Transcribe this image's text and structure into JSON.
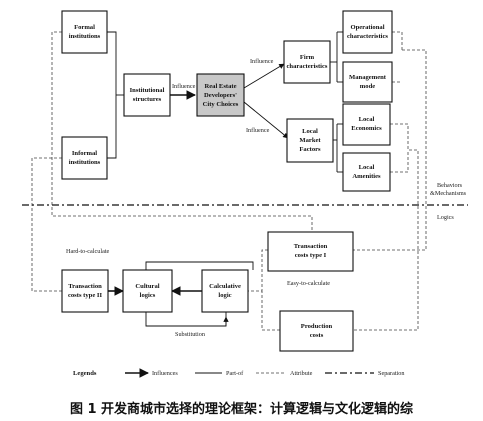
{
  "boxes": {
    "formal": [
      "Formal",
      "institutions"
    ],
    "informal": [
      "Informal",
      "institutions"
    ],
    "institutional": [
      "Institutional",
      "structures"
    ],
    "real_estate": [
      "Real Estate",
      "Developers'",
      "City Choices"
    ],
    "firm": [
      "Firm",
      "characteristics"
    ],
    "local_market": [
      "Local",
      "Market",
      "Factors"
    ],
    "operational": [
      "Operational",
      "characteristics"
    ],
    "management": [
      "Management",
      "mode"
    ],
    "local_economics": [
      "Local",
      "Economics"
    ],
    "local_amenities": [
      "Local",
      "Amenities"
    ],
    "tc2": [
      "Transaction",
      "costs type II"
    ],
    "cultural": [
      "Cultural",
      "logics"
    ],
    "calculative": [
      "Calculative",
      "logic"
    ],
    "tc1": [
      "Transaction",
      "costs type I"
    ],
    "production": [
      "Production",
      "costs"
    ]
  },
  "labels": {
    "influence1": "Influence",
    "influence2": "Influence",
    "influence3": "Influence",
    "behaviors": "Behaviors",
    "mechanisms": "&Mechanisms",
    "logics": "Logics",
    "hard_to_calculate": "Hard-to-calculate",
    "easy_to_calculate": "Easy-to-calculate",
    "substitution": "Substitution"
  },
  "legend": {
    "title": "Legends",
    "influences": "Influences",
    "part_of": "Part-of",
    "attribute": "Attribute",
    "separation": "Separation"
  },
  "caption": "图 1 开发商城市选择的理论框架：计算逻辑与文化逻辑的综"
}
